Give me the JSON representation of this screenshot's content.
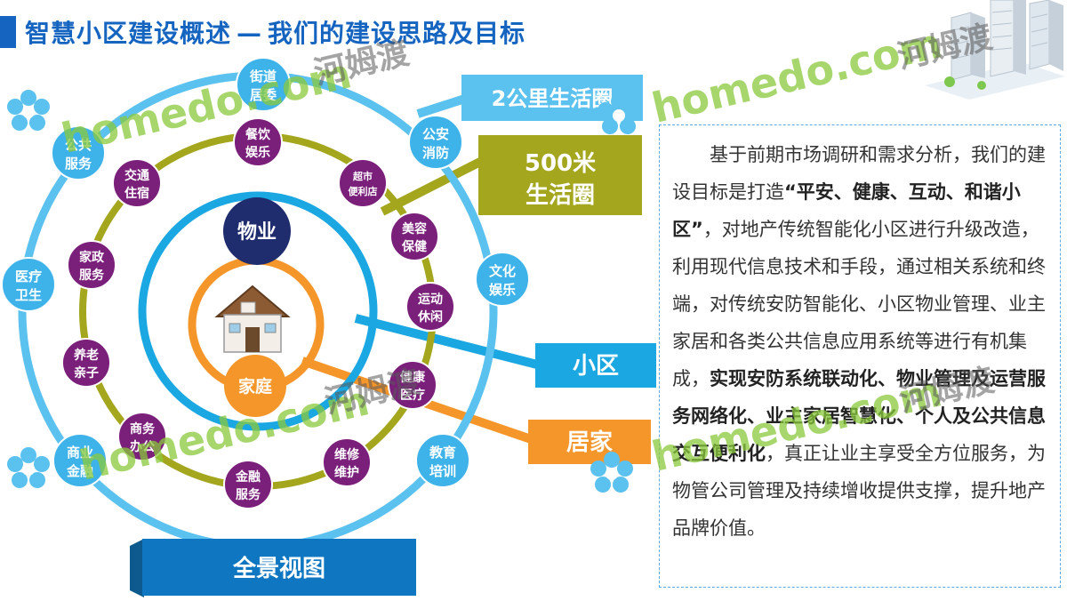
{
  "title": {
    "main": "智慧小区建设概述",
    "separator": "—",
    "sub": "我们的建设思路及目标"
  },
  "circle_labels": {
    "km2": "2公里生活圈",
    "m500_line1": "500米",
    "m500_line2": "生活圈",
    "community": "小区",
    "home": "居家",
    "overview": "全景视图"
  },
  "center": {
    "wuye": "物业",
    "jiating": "家庭"
  },
  "outer_nodes": [
    {
      "line1": "街道",
      "line2": "居委"
    },
    {
      "line1": "公安",
      "line2": "消防"
    },
    {
      "line1": "文化",
      "line2": "娱乐"
    },
    {
      "line1": "教育",
      "line2": "培训"
    },
    {
      "line1": "商业",
      "line2": "金融"
    },
    {
      "line1": "医疗",
      "line2": "卫生"
    },
    {
      "line1": "公共",
      "line2": "服务"
    }
  ],
  "middle_nodes": [
    {
      "line1": "餐饮",
      "line2": "娱乐"
    },
    {
      "line1": "超市",
      "line2": "便利店"
    },
    {
      "line1": "美容",
      "line2": "保健"
    },
    {
      "line1": "运动",
      "line2": "休闲"
    },
    {
      "line1": "健康",
      "line2": "医疗"
    },
    {
      "line1": "维修",
      "line2": "维护"
    },
    {
      "line1": "金融",
      "line2": "服务"
    },
    {
      "line1": "商务",
      "line2": "办公"
    },
    {
      "line1": "养老",
      "line2": "亲子"
    },
    {
      "line1": "家政",
      "line2": "服务"
    },
    {
      "line1": "交通",
      "line2": "住宿"
    }
  ],
  "paragraph": {
    "p1": "基于前期市场调研和需求分析，我们的建设目标是打造",
    "b1": "“平安、健康、互动、和谐小区”",
    "p2": "，对地产传统智能化小区进行升级改造，利用现代信息技术和手段，通过相关系统和终端，对传统安防智能化、小区物业管理、业主家居和各类公共信息应用系统等进行有机集成，",
    "b2": "实现安防系统联动化、物业管理及运营服务网络化、业主家居智慧化、个人及公共信息交互便利化",
    "p3": "，真正让业主享受全方位服务，为物管公司管理及持续增收提供支撑，提升地产品牌价值。"
  },
  "watermarks": {
    "en": "homedo.com",
    "cn": "河姆渡"
  },
  "colors": {
    "outer_ring": "#5bc1ee",
    "middle_ring": "#a4a61d",
    "inner_ring": "#1ba7e1",
    "core_ring": "#f5962a",
    "outer_node": "#3eb3ea",
    "middle_node": "#7a1f7a",
    "navy": "#1f2c6e",
    "title": "#1565c0"
  }
}
